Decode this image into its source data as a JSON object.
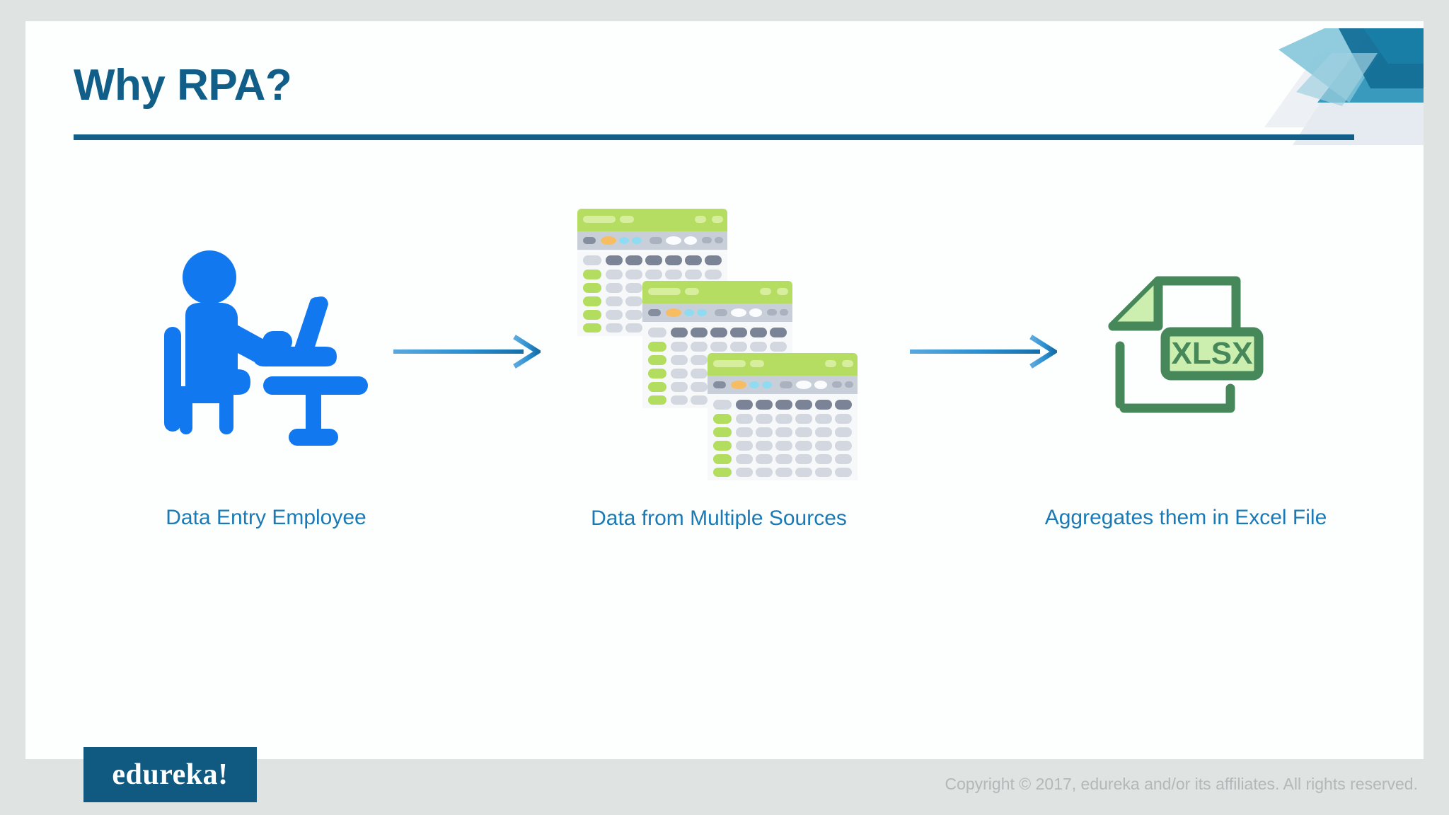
{
  "slide": {
    "title": "Why RPA?",
    "background_color": "#fdfefe",
    "outer_background_color": "#dfe3e1",
    "accent_color": "#115f88"
  },
  "flow": {
    "stages": [
      {
        "id": "employee",
        "caption": "Data Entry Employee",
        "icon": "person-at-desk-icon",
        "icon_color": "#1278ef"
      },
      {
        "id": "sources",
        "caption": "Data from Multiple Sources",
        "icon": "stacked-spreadsheets-icon",
        "icon_color": "#b5dd62"
      },
      {
        "id": "excel",
        "caption": "Aggregates them in Excel File",
        "icon": "xlsx-file-icon",
        "icon_color": "#46885a",
        "file_label": "XLSX"
      }
    ],
    "arrows": [
      {
        "id": "arrow-1",
        "from": "employee",
        "to": "sources",
        "color": "#2b8fd0"
      },
      {
        "id": "arrow-2",
        "from": "sources",
        "to": "excel",
        "color": "#2b8fd0"
      }
    ],
    "caption_color": "#1a7ab5"
  },
  "footer": {
    "brand": "edureka!",
    "brand_box_color": "#105a82",
    "copyright": "Copyright © 2017, edureka and/or its affiliates. All rights reserved.",
    "copyright_color": "#b3b9b8"
  },
  "decoration": {
    "corner_graphic": "diagonal-bands-corner-icon",
    "band_colors": [
      "#1a7fa6",
      "#2b93b8",
      "#5fb4cf",
      "#8fcadd",
      "#eef2f5",
      "#e3e9ef"
    ]
  }
}
